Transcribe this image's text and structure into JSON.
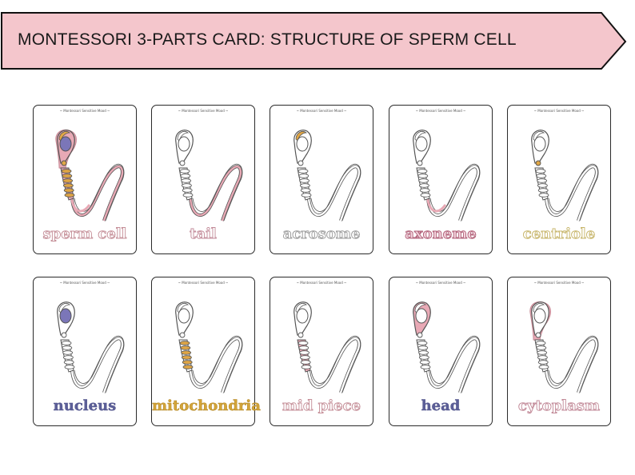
{
  "banner": {
    "title": "MONTESSORI 3-PARTS CARD: STRUCTURE OF SPERM CELL",
    "fill_color": "#f4c6cc"
  },
  "card_brand": "~ Montessori Sensitive Mood ~",
  "cards": [
    {
      "label": "sperm cell",
      "highlight": "all"
    },
    {
      "label": "tail",
      "highlight": "tail"
    },
    {
      "label": "acrosome",
      "highlight": "acrosome"
    },
    {
      "label": "axoneme",
      "highlight": "axoneme"
    },
    {
      "label": "centriole",
      "highlight": "centriole"
    },
    {
      "label": "nucleus",
      "highlight": "nucleus"
    },
    {
      "label": "mitochondria",
      "highlight": "mitochondria"
    },
    {
      "label": "mid piece",
      "highlight": "midpiece"
    },
    {
      "label": "head",
      "highlight": "head"
    },
    {
      "label": "cytoplasm",
      "highlight": "cytoplasm"
    }
  ],
  "colors": {
    "pink": "#e8a9b5",
    "nucleus": "#7b76b8",
    "mitochondria": "#e0a645",
    "outline": "#555555"
  }
}
